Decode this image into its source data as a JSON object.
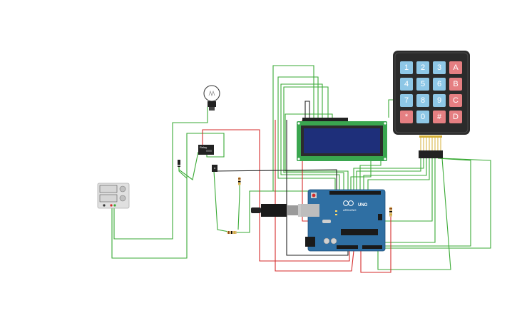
{
  "circuit": {
    "keypad": {
      "keys": [
        "1",
        "2",
        "3",
        "A",
        "4",
        "5",
        "6",
        "B",
        "7",
        "8",
        "9",
        "C",
        "*",
        "0",
        "#",
        "D"
      ],
      "colors": {
        "numeric": "#8ec7e6",
        "function": "#e57f82",
        "body": "#2b2b2b"
      }
    },
    "arduino": {
      "model_label": "UNO",
      "brand_label": "ARDUINO",
      "board_color": "#2f6fa3"
    },
    "lcd": {
      "screen_color": "#1e2f7a",
      "pcb_color": "#3aa64f"
    },
    "power_supply": {
      "display_top": "",
      "display_bottom": ""
    },
    "relay": {
      "label": "Relay"
    },
    "wire_colors": {
      "signal": "#3aaa35",
      "power": "#d42a2a",
      "ground": "#222222"
    }
  }
}
